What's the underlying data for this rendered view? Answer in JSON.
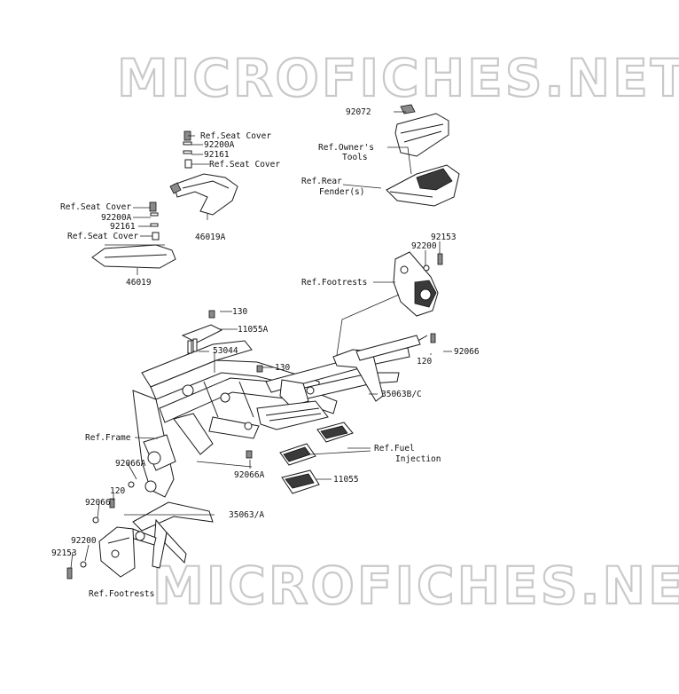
{
  "watermark": {
    "top": "MICROFICHES.NET",
    "bottom": "MICROFICHES.NET"
  },
  "callouts": {
    "c92072": "92072",
    "ref_owners_tools_1": "Ref.Owner's",
    "ref_owners_tools_2": "Tools",
    "ref_rear_fender_1": "Ref.Rear",
    "ref_rear_fender_2": "Fender(s)",
    "ref_seat_cover_top": "Ref.Seat Cover",
    "c92200a_top": "92200A",
    "c92161_top": "92161",
    "ref_seat_cover_top2": "Ref.Seat Cover",
    "c46019a": "46019A",
    "ref_seat_cover_left": "Ref.Seat Cover",
    "c92200a_left": "92200A",
    "c92161_left": "92161",
    "ref_seat_cover_left2": "Ref.Seat Cover",
    "c46019": "46019",
    "c92153_right": "92153",
    "c92200_right": "92200",
    "ref_footrests_right": "Ref.Footrests",
    "c130_top": "130",
    "c11055a": "11055A",
    "c53044": "53044",
    "c92066_right": "92066",
    "c120_right": "120",
    "c130_mid": "130",
    "c35063bc": "35063B/C",
    "ref_frame": "Ref.Frame",
    "ref_fuel_1": "Ref.Fuel",
    "ref_fuel_2": "Injection",
    "c92066a_left": "92066A",
    "c92066a_mid": "92066A",
    "c11055": "11055",
    "c120_left": "120",
    "c92066_left": "92066",
    "c35063a": "35063/A",
    "c92200_left": "92200",
    "c92153_left": "92153",
    "ref_footrests_left": "Ref.Footrests"
  }
}
